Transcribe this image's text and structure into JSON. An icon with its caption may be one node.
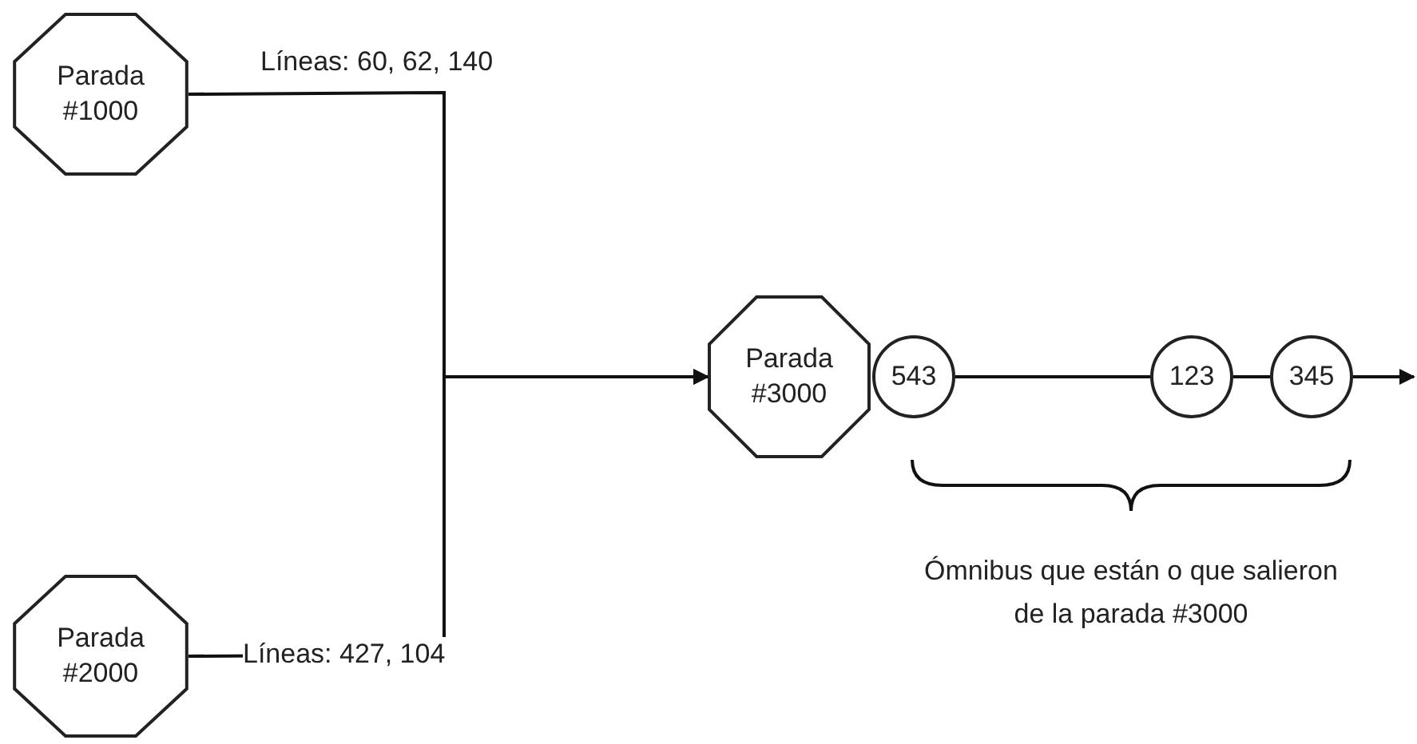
{
  "diagram": {
    "nodes": [
      {
        "text": [
          "Parada #1000"
        ]
      },
      {
        "text": [
          "Parada #2000"
        ]
      },
      {
        "text": [
          "Parada #3000"
        ]
      },
      {
        "text": [
          "543"
        ]
      },
      {
        "text": [
          "123"
        ]
      },
      {
        "text": [
          "345"
        ]
      }
    ],
    "edges": [
      {
        "from": 0,
        "to": 2,
        "arrow": "to",
        "label": "Líneas: 60, 62, 140"
      },
      {
        "from": 1,
        "to": 2,
        "arrow": "to",
        "label": "Líneas: 427, 104"
      },
      {
        "from": 3,
        "to": 4,
        "arrow": "none"
      },
      {
        "from": 4,
        "to": 5,
        "arrow": "none"
      },
      {
        "from": 5,
        "to": null,
        "arrow": "to"
      }
    ],
    "labels": [
      "Ómnibus que están o que salieron de la parada #3000"
    ]
  }
}
